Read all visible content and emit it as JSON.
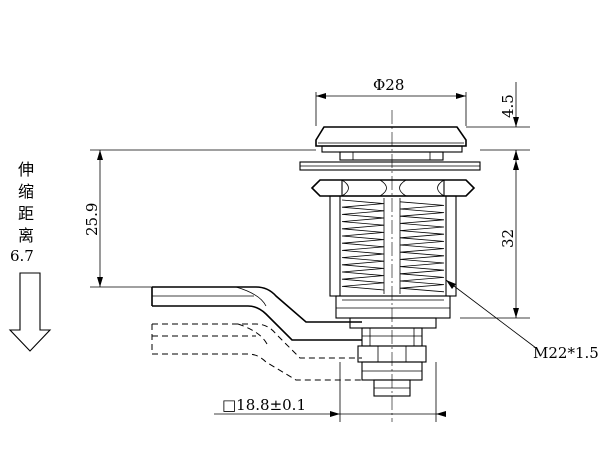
{
  "dimensions": {
    "top_diameter": "Φ28",
    "top_height": "4.5",
    "left_height": "25.9",
    "right_height": "32",
    "thread": "M22*1.5",
    "square": "□18.8±0.1"
  },
  "stroke_label": {
    "line1": "伸",
    "line2": "缩",
    "line3": "距",
    "line4": "离",
    "value": "6.7"
  }
}
